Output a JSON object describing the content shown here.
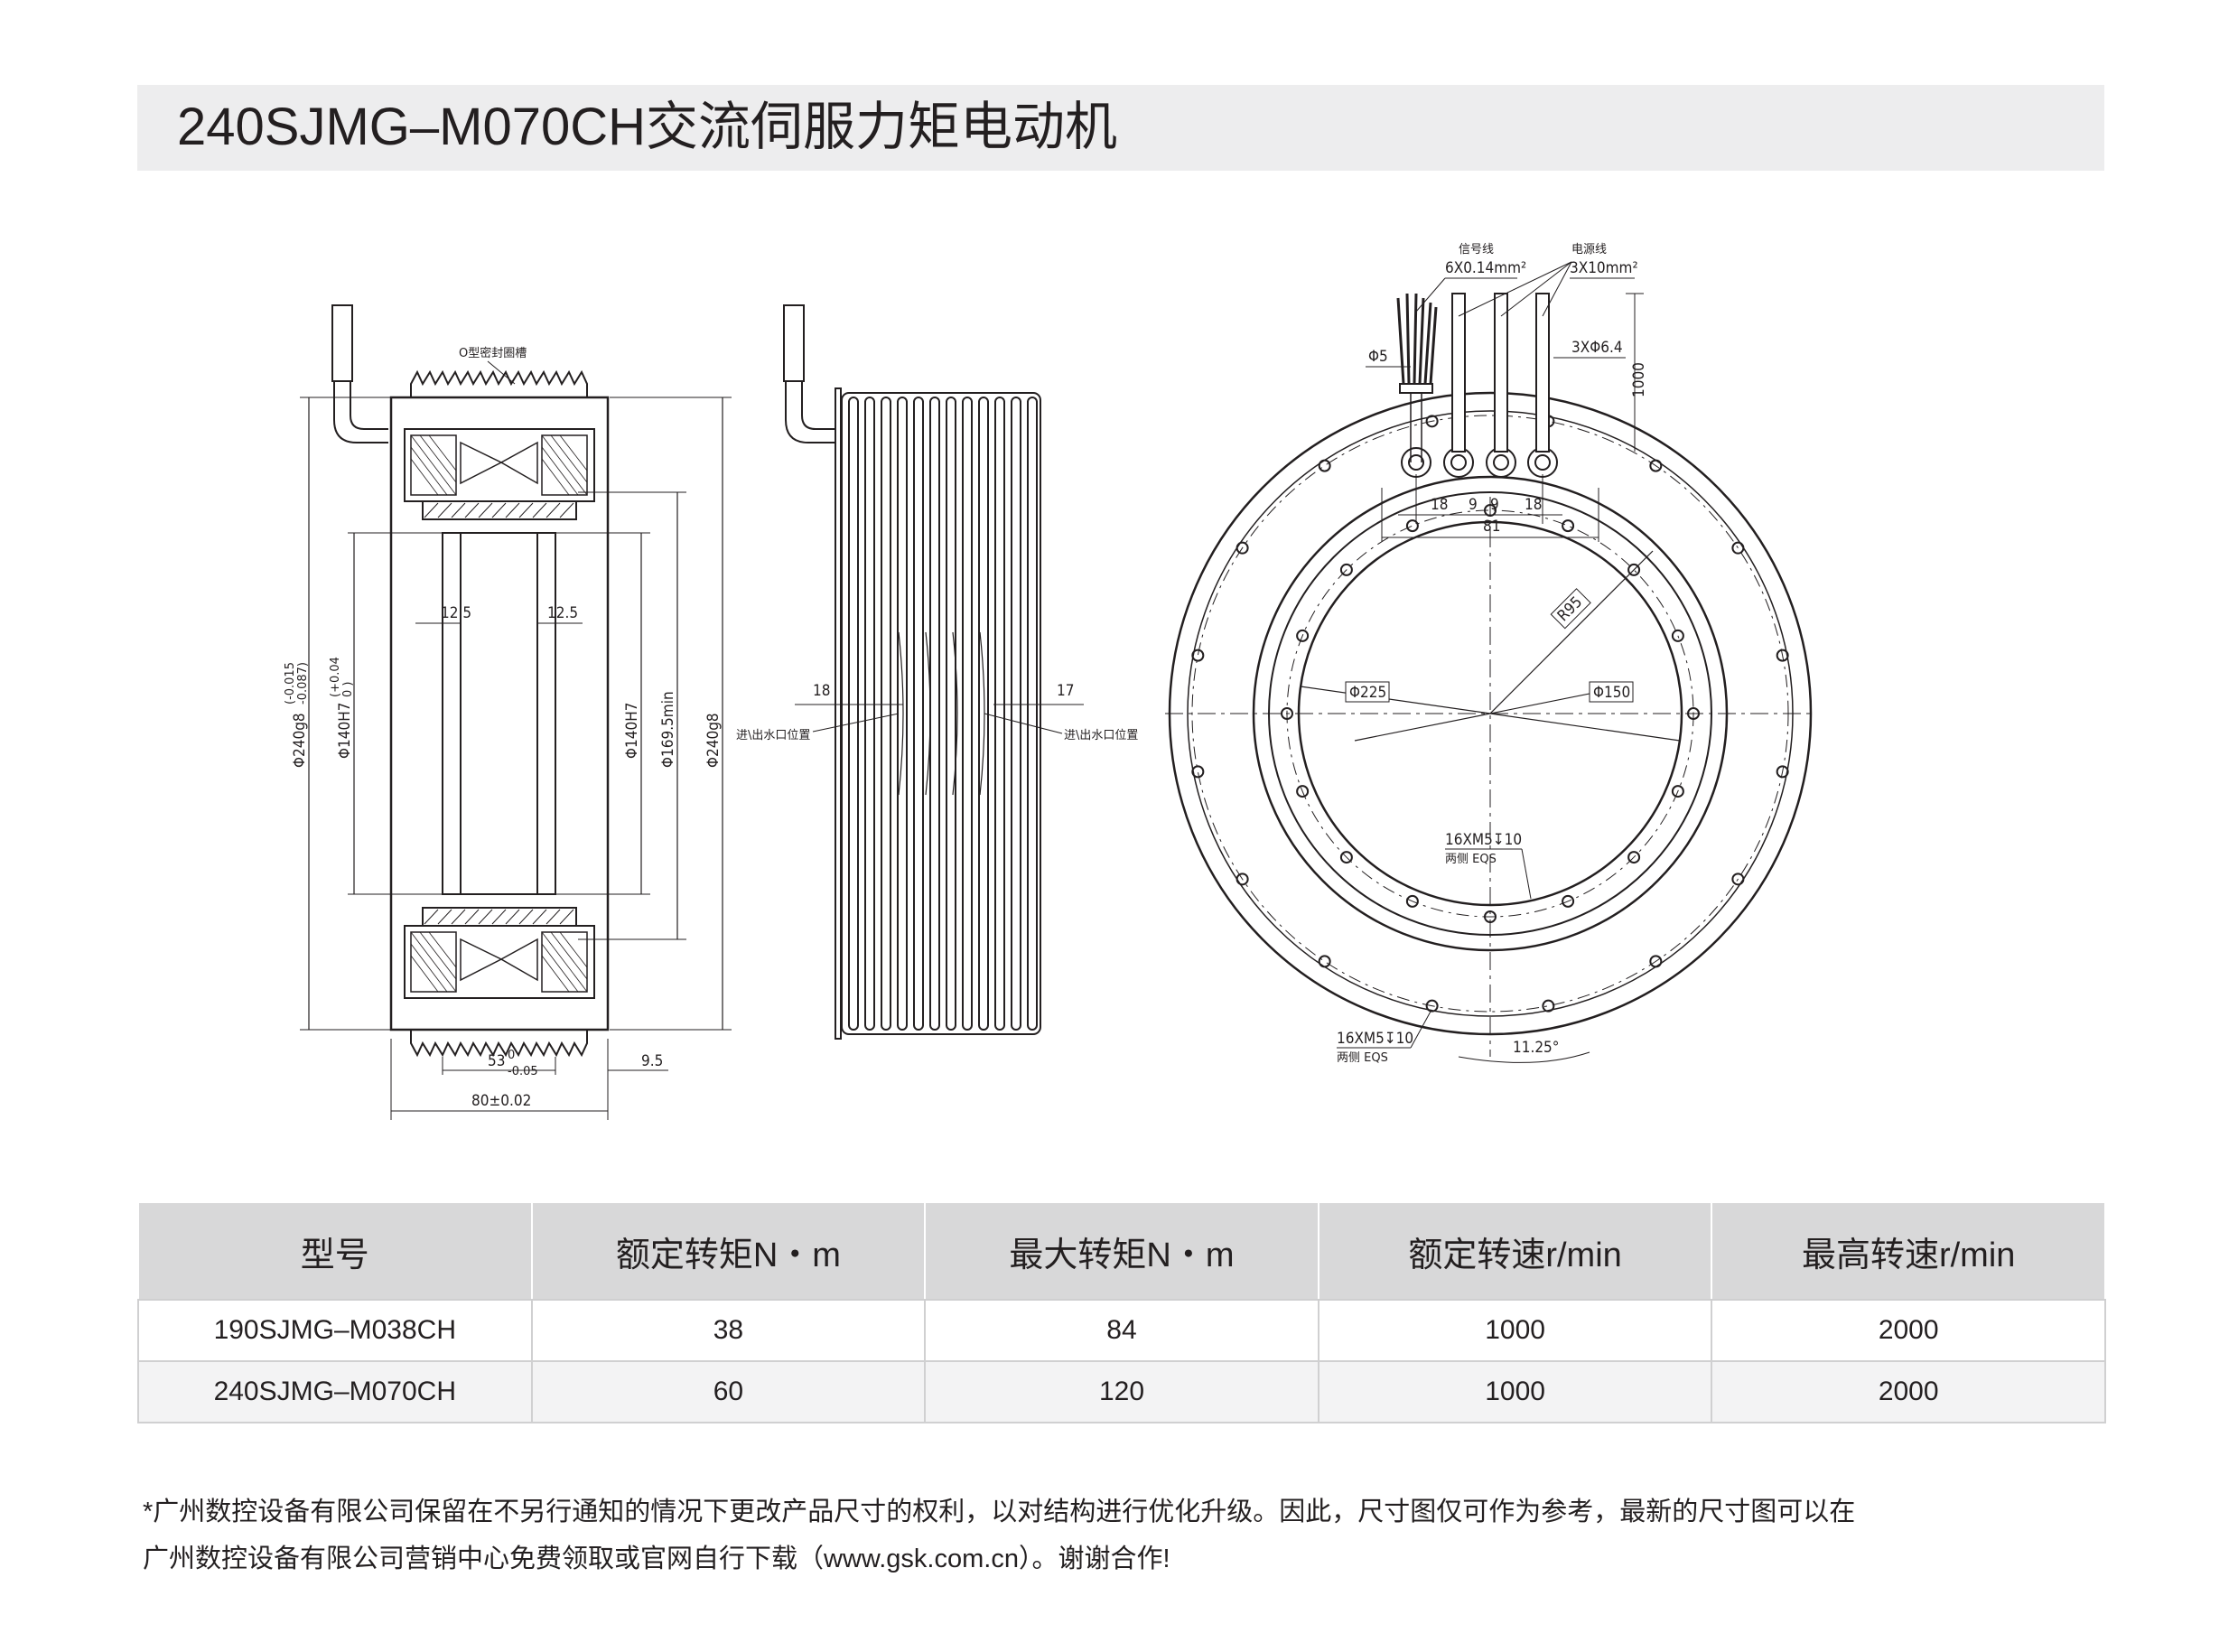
{
  "title": "240SJMG–M070CH交流伺服力矩电动机",
  "drawing": {
    "left_view": {
      "seal_label": "O型密封圈槽",
      "dia_outer": "Φ240g8",
      "dia_outer_tol_top": "(-0.015",
      "dia_outer_tol_bottom": "-0.087)",
      "dia_inner": "Φ140H7",
      "dia_inner_tol_top": "(+0.04",
      "dia_inner_tol_bottom": "0 )",
      "dia_inner_right": "Φ140H7",
      "dia_min": "Φ169.5min",
      "dia_outer_right": "Φ240g8",
      "dim_12_5_left": "12.5",
      "dim_12_5_right": "12.5",
      "dim_53": "53",
      "dim_53_tol_top": "0",
      "dim_53_tol_bottom": "-0.05",
      "dim_9_5": "9.5",
      "dim_80": "80±0.02"
    },
    "middle_view": {
      "dim_18": "18",
      "dim_17": "17",
      "water_port_left": "进\\出水口位置",
      "water_port_right": "进\\出水口位置"
    },
    "right_view": {
      "signal_label": "信号线",
      "signal_spec": "6X0.14mm²",
      "power_label": "电源线",
      "power_spec": "3X10mm²",
      "dia_5": "Φ5",
      "dia_6_4": "3XΦ6.4",
      "dim_1000": "1000",
      "dim_18_a": "18",
      "dim_9_a": "9",
      "dim_9_b": "9",
      "dim_18_b": "18",
      "dim_81": "81",
      "r95": "R95",
      "dia_225": "Φ225",
      "dia_150": "Φ150",
      "holes_inner": "16XM5↧10",
      "holes_inner_eq": "两侧 EQS",
      "holes_outer": "16XM5↧10",
      "holes_outer_eq": "两侧 EQS",
      "angle": "11.25°"
    }
  },
  "table": {
    "headers": [
      "型号",
      "额定转矩N・m",
      "最大转矩N・m",
      "额定转速r/min",
      "最高转速r/min"
    ],
    "rows": [
      [
        "190SJMG–M038CH",
        "38",
        "84",
        "1000",
        "2000"
      ],
      [
        "240SJMG–M070CH",
        "60",
        "120",
        "1000",
        "2000"
      ]
    ]
  },
  "footnote": {
    "line1": "*广州数控设备有限公司保留在不另行通知的情况下更改产品尺寸的权利，以对结构进行优化升级。因此，尺寸图仅可作为参考，最新的尺寸图可以在",
    "line2": "广州数控设备有限公司营销中心免费领取或官网自行下载（www.gsk.com.cn）。谢谢合作!"
  }
}
